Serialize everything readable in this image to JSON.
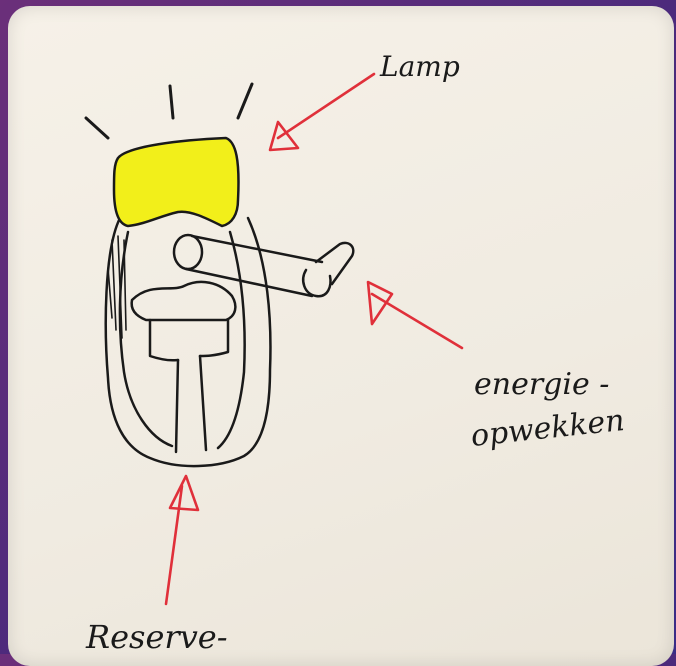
{
  "labels": {
    "lamp": "Lamp",
    "energy_line1": "energie -",
    "energy_line2": "opwekken",
    "reserve": "Reserve-"
  },
  "colors": {
    "background": "#5a2c7d",
    "paper": "#f3eee5",
    "lamp_fill": "#f2ef1a",
    "arrow": "#e0303a",
    "ink": "#1a1a1a"
  }
}
